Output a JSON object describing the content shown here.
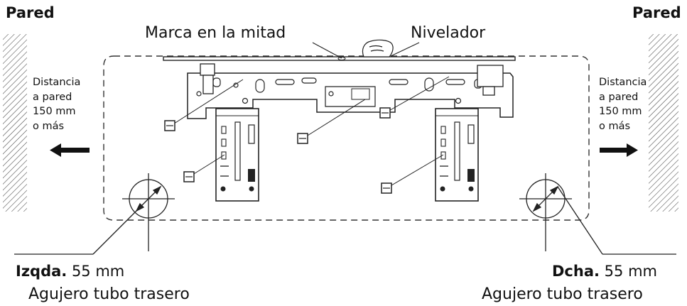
{
  "walls": {
    "left": {
      "title": "Pared",
      "distance": [
        "Distancia",
        "a pared",
        "150 mm",
        "o más"
      ]
    },
    "right": {
      "title": "Pared",
      "distance": [
        "Distancia",
        "a pared",
        "150 mm",
        "o más"
      ]
    }
  },
  "callouts": {
    "center_mark": "Marca en la mitad",
    "level": "Nivelador"
  },
  "holes": {
    "left": {
      "side": "Izqda.",
      "size": "55 mm",
      "desc": "Agujero tubo trasero"
    },
    "right": {
      "side": "Dcha.",
      "size": "55 mm",
      "desc": "Agujero tubo trasero"
    }
  }
}
